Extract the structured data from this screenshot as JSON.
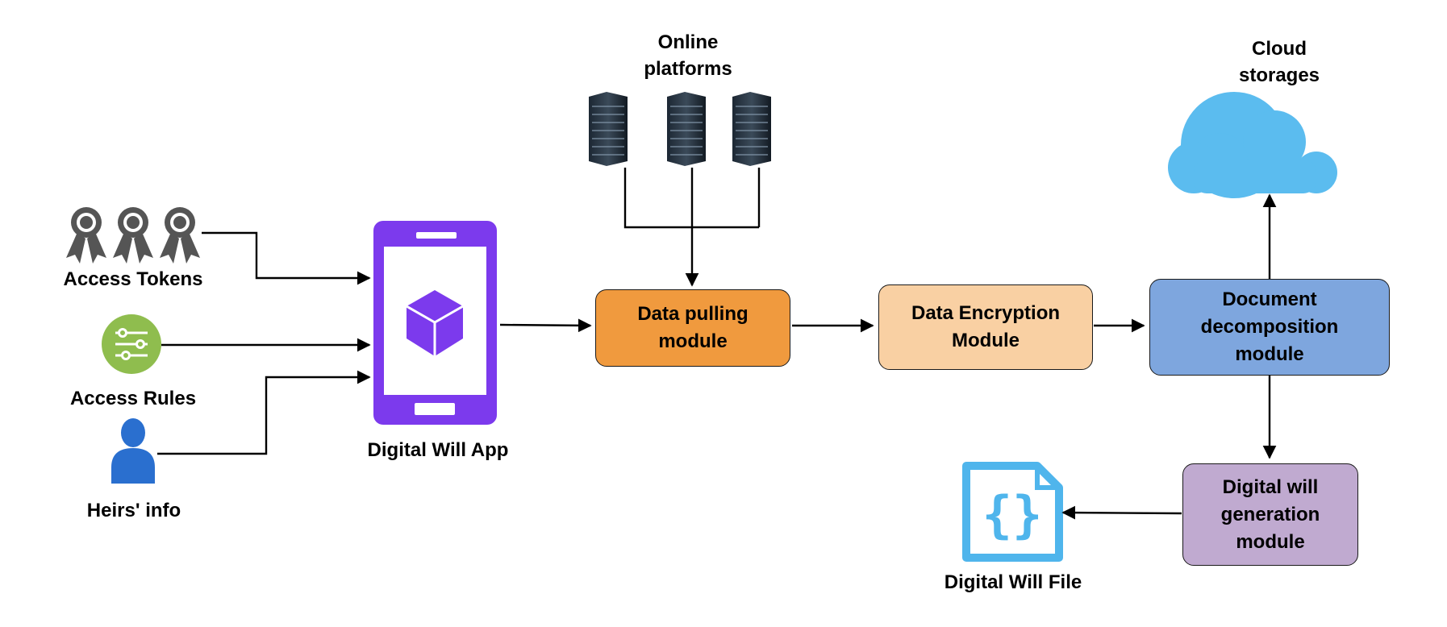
{
  "inputs": {
    "access_tokens": "Access Tokens",
    "access_rules": "Access Rules",
    "heirs_info": "Heirs' info"
  },
  "app": {
    "label": "Digital Will App"
  },
  "platforms": {
    "label": "Online\nplatforms"
  },
  "cloud": {
    "label": "Cloud\nstorages"
  },
  "modules": {
    "data_pulling": "Data pulling\nmodule",
    "data_encryption": "Data Encryption\nModule",
    "document_decomposition": "Document\ndecomposition\nmodule",
    "will_generation": "Digital will\ngeneration\nmodule"
  },
  "output": {
    "label": "Digital Will File"
  },
  "colors": {
    "app_purple": "#7c3aed",
    "data_pulling": "#f09a3e",
    "data_encryption": "#f9d0a3",
    "document_decomposition": "#7ea6de",
    "will_generation": "#c0aad0",
    "cloud": "#5bbcef",
    "file_icon": "#4fb5ec",
    "rules_icon": "#8fbd4e",
    "person_icon": "#2a6fcf",
    "ribbon_icon": "#555555"
  },
  "icons": [
    "ribbon-icon",
    "sliders-icon",
    "person-icon",
    "smartphone-icon",
    "cube-icon",
    "server-rack-icon",
    "cloud-icon",
    "json-file-icon"
  ]
}
